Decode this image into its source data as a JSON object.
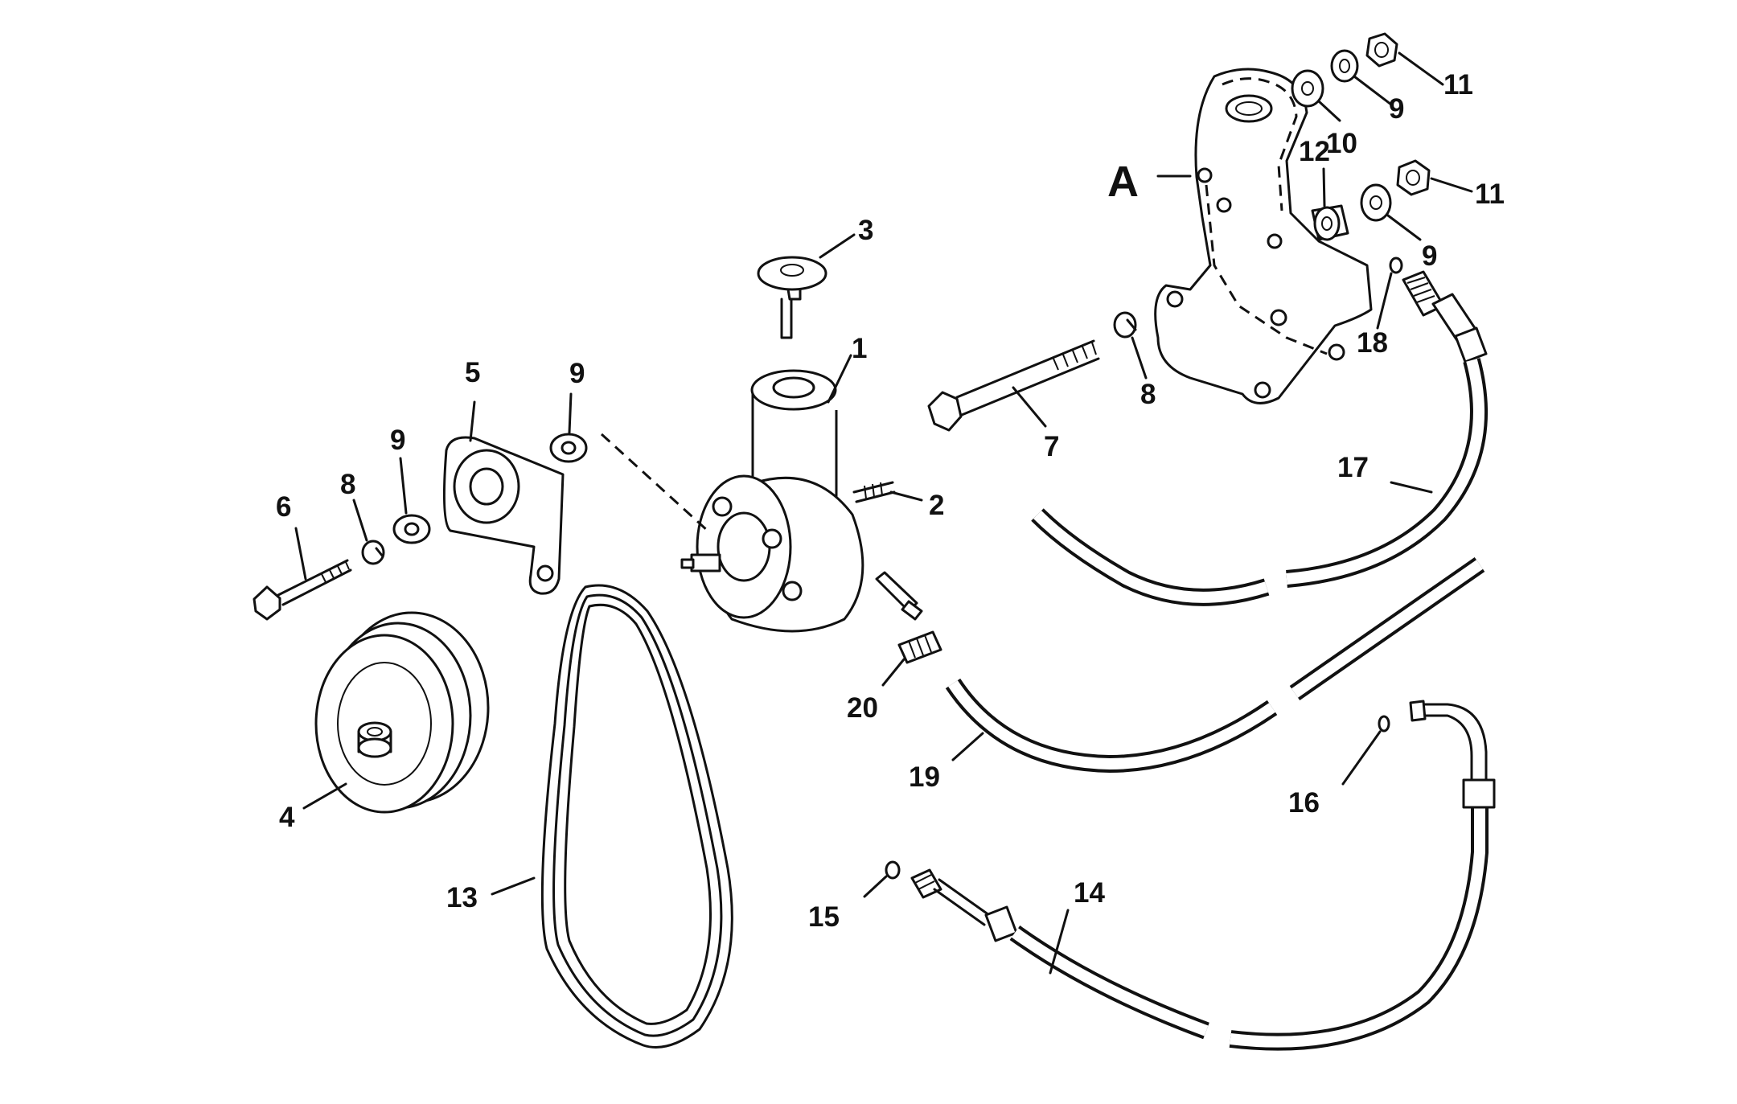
{
  "diagram": {
    "labels": {
      "p1": "1",
      "p2": "2",
      "p3": "3",
      "p4": "4",
      "p5": "5",
      "p6": "6",
      "p7": "7",
      "p8a": "8",
      "p8b": "8",
      "p9a": "9",
      "p9b": "9",
      "p9c": "9",
      "p9d": "9",
      "p10": "10",
      "p11a": "11",
      "p11b": "11",
      "p12": "12",
      "p13": "13",
      "p14": "14",
      "p15": "15",
      "p16": "16",
      "p17": "17",
      "p18": "18",
      "p19": "19",
      "p20": "20",
      "A": "A"
    },
    "colors": {
      "ink": "#111111",
      "paper": "#ffffff"
    }
  }
}
